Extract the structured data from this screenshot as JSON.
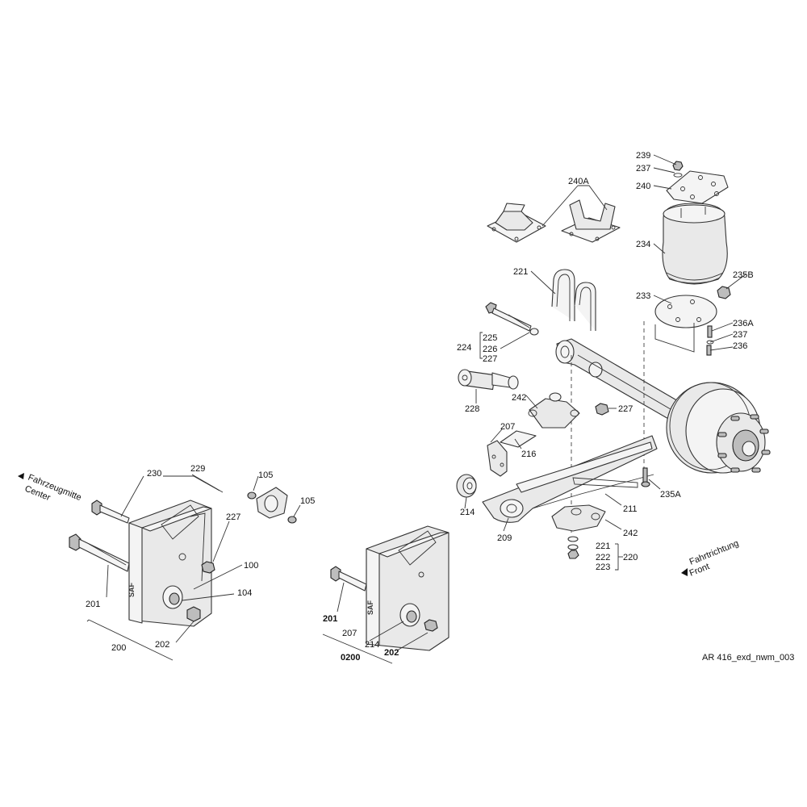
{
  "drawing_ref": "AR 416_exd_nwm_003",
  "direction_notes": {
    "center_de": "Fahrzeugmitte",
    "center_en": "Center",
    "front_de": "Fahrtrichtung",
    "front_en": "Front"
  },
  "brand_mark": "SAF",
  "labels": {
    "p239": "239",
    "p237a": "237",
    "p240": "240",
    "p240A": "240A",
    "p234": "234",
    "p235B": "235B",
    "p233": "233",
    "p236A": "236A",
    "p237b": "237",
    "p236": "236",
    "p221a": "221",
    "p224": "224",
    "p225": "225",
    "p226": "226",
    "p227a": "227",
    "p228": "228",
    "p242a": "242",
    "p227b": "227",
    "p207a": "207",
    "p216": "216",
    "p235A": "235A",
    "p214a": "214",
    "p211": "211",
    "p209": "209",
    "p242b": "242",
    "p221b": "221",
    "p222": "222",
    "p223": "223",
    "p220": "220",
    "p230": "230",
    "p229": "229",
    "p105a": "105",
    "p105b": "105",
    "p227c": "227",
    "p100": "100",
    "p104": "104",
    "p201a": "201",
    "p200": "200",
    "p202a": "202",
    "p201b": "201",
    "p207b": "207",
    "p214b": "214",
    "p0200": "0200",
    "p202b": "202"
  }
}
